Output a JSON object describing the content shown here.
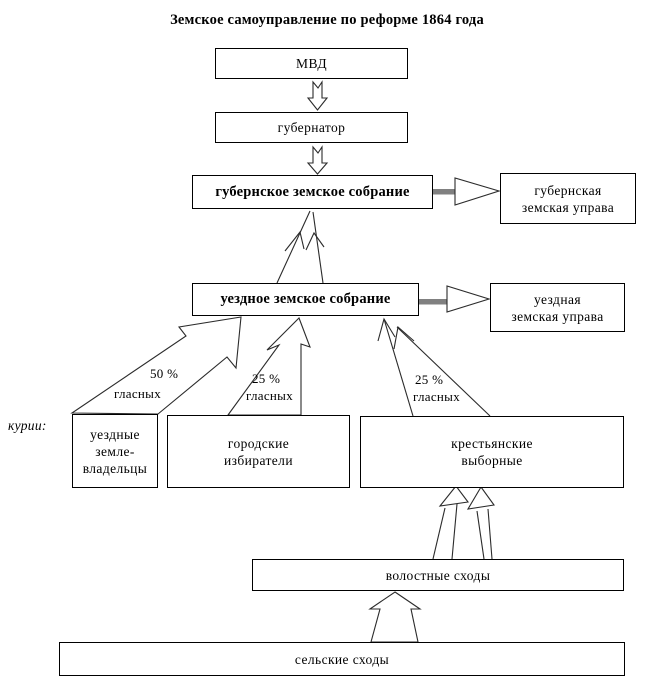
{
  "title": "Земское самоуправление по реформе 1864 года",
  "colors": {
    "line": "#000000",
    "arrow_shaft_gray": "#808080",
    "background": "#ffffff"
  },
  "nodes": {
    "mvd": {
      "label": "МВД"
    },
    "governor": {
      "label": "губернатор"
    },
    "provincial_assembly": {
      "label": "губернское земское собрание"
    },
    "provincial_board": {
      "lines": [
        "губернская",
        "земская управа"
      ]
    },
    "district_assembly": {
      "label": "уездное земское собрание"
    },
    "district_board": {
      "lines": [
        "уездная",
        "земская управа"
      ]
    },
    "district_landowners": {
      "lines": [
        "уездные",
        "земле-",
        "владельцы"
      ]
    },
    "city_voters": {
      "lines": [
        "городские",
        "избиратели"
      ]
    },
    "peasant_delegates": {
      "lines": [
        "крестьянские",
        "выборные"
      ]
    },
    "volost_assemblies": {
      "label": "волостные сходы"
    },
    "village_assemblies": {
      "label": "сельские сходы"
    }
  },
  "annotations": {
    "curiae": "курии:",
    "landowners_share": [
      "50 %",
      "гласных"
    ],
    "city_share": [
      "25 %",
      "гласных"
    ],
    "peasant_share": [
      "25 %",
      "гласных"
    ]
  }
}
